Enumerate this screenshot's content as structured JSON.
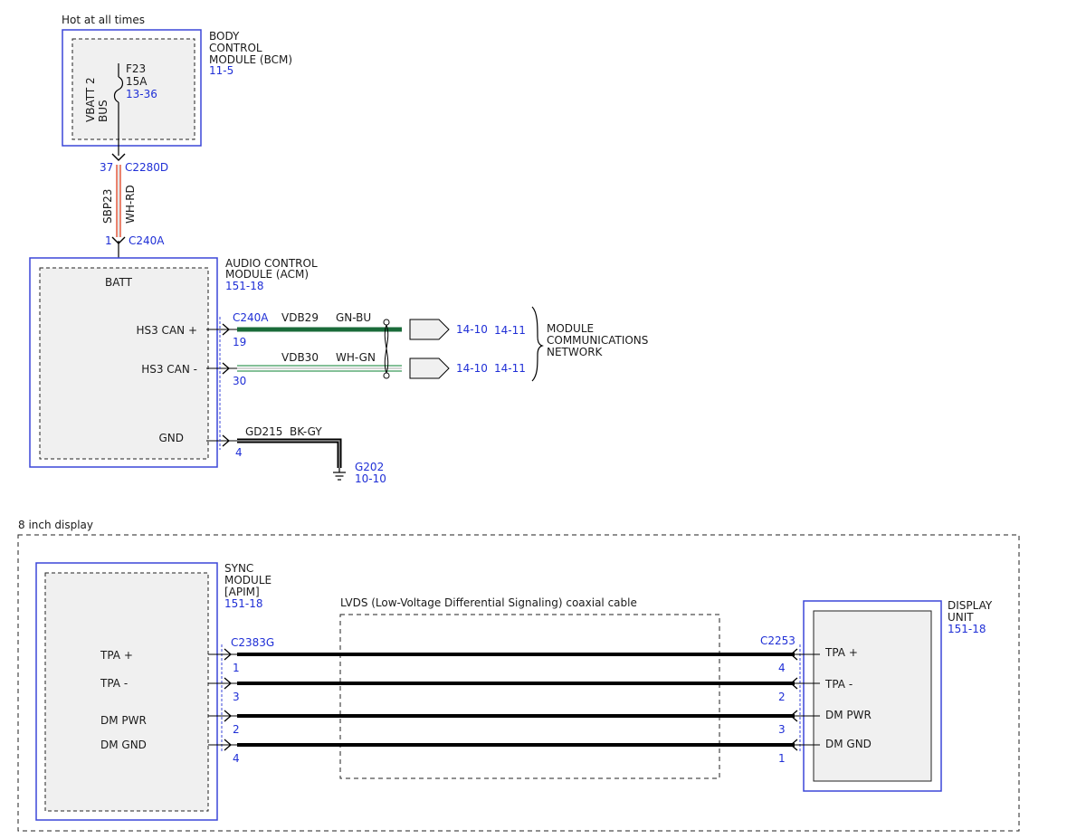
{
  "colors": {
    "module_border": "#3b47d8",
    "module_fill": "#f0f0f0",
    "wire_black": "#000000",
    "wire_green": "#1a6b3a",
    "wire_red": "#e04020",
    "ref_text": "#1f2fd6"
  },
  "bcm": {
    "hot_label": "Hot at all times",
    "title": [
      "BODY",
      "CONTROL",
      "MODULE (BCM)"
    ],
    "ref": "11-5",
    "bus_label": [
      "VBATT 2",
      "BUS"
    ],
    "fuse_name": "F23",
    "fuse_rating": "15A",
    "fuse_ref": "13-36",
    "pin": "37",
    "connector": "C2280D"
  },
  "batt_wire": {
    "circuit": "SBP23",
    "color_code": "WH-RD"
  },
  "acm": {
    "title": [
      "AUDIO CONTROL",
      "MODULE (ACM)"
    ],
    "ref": "151-18",
    "batt_pin": "1",
    "batt_connector": "C240A",
    "batt_label": "BATT",
    "connector": "C240A",
    "pins": [
      {
        "label": "HS3 CAN +",
        "pin": "19",
        "circuit": "VDB29",
        "color_code": "GN-BU",
        "ref1": "14-10",
        "ref2": "14-11"
      },
      {
        "label": "HS3 CAN -",
        "pin": "30",
        "circuit": "VDB30",
        "color_code": "WH-GN",
        "ref1": "14-10",
        "ref2": "14-11"
      },
      {
        "label": "GND",
        "pin": "4",
        "circuit": "GD215",
        "color_code": "BK-GY"
      }
    ],
    "ground_name": "G202",
    "ground_ref": "10-10"
  },
  "network": {
    "label": [
      "MODULE",
      "COMMUNICATIONS",
      "NETWORK"
    ]
  },
  "display_section": {
    "title": "8 inch display",
    "cable_label": "LVDS (Low-Voltage Differential Signaling) coaxial cable",
    "sync": {
      "title": [
        "SYNC",
        "MODULE",
        "[APIM]"
      ],
      "ref": "151-18",
      "connector": "C2383G",
      "pins": [
        {
          "label": "TPA +",
          "pin": "1"
        },
        {
          "label": "TPA -",
          "pin": "3"
        },
        {
          "label": "DM PWR",
          "pin": "2"
        },
        {
          "label": "DM GND",
          "pin": "4"
        }
      ]
    },
    "display": {
      "title": [
        "DISPLAY",
        "UNIT"
      ],
      "ref": "151-18",
      "connector": "C2253",
      "pins": [
        {
          "label": "TPA +",
          "pin": "4"
        },
        {
          "label": "TPA -",
          "pin": "2"
        },
        {
          "label": "DM PWR",
          "pin": "3"
        },
        {
          "label": "DM GND",
          "pin": "1"
        }
      ]
    }
  }
}
